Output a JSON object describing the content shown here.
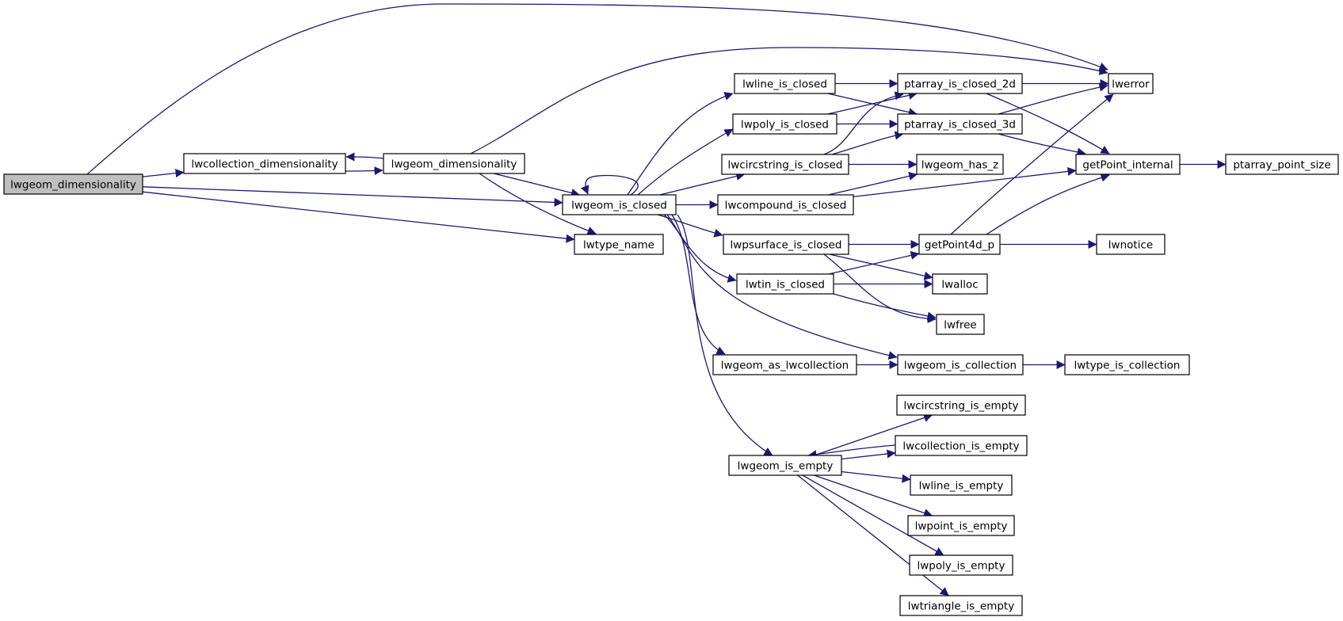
{
  "graph": {
    "nodes": [
      {
        "id": "lwgeom_dimensionality_root",
        "label": "lwgeom_dimensionality",
        "root": true
      },
      {
        "id": "lwcollection_dimensionality",
        "label": "lwcollection_dimensionality"
      },
      {
        "id": "lwgeom_dimensionality",
        "label": "lwgeom_dimensionality"
      },
      {
        "id": "lwgeom_is_closed",
        "label": "lwgeom_is_closed"
      },
      {
        "id": "lwtype_name",
        "label": "lwtype_name"
      },
      {
        "id": "lwline_is_closed",
        "label": "lwline_is_closed"
      },
      {
        "id": "lwpoly_is_closed",
        "label": "lwpoly_is_closed"
      },
      {
        "id": "lwcircstring_is_closed",
        "label": "lwcircstring_is_closed"
      },
      {
        "id": "lwcompound_is_closed",
        "label": "lwcompound_is_closed"
      },
      {
        "id": "lwpsurface_is_closed",
        "label": "lwpsurface_is_closed"
      },
      {
        "id": "lwtin_is_closed",
        "label": "lwtin_is_closed"
      },
      {
        "id": "lwgeom_as_lwcollection",
        "label": "lwgeom_as_lwcollection"
      },
      {
        "id": "lwgeom_is_empty",
        "label": "lwgeom_is_empty"
      },
      {
        "id": "ptarray_is_closed_2d",
        "label": "ptarray_is_closed_2d"
      },
      {
        "id": "ptarray_is_closed_3d",
        "label": "ptarray_is_closed_3d"
      },
      {
        "id": "lwgeom_has_z",
        "label": "lwgeom_has_z"
      },
      {
        "id": "getPoint4d_p",
        "label": "getPoint4d_p"
      },
      {
        "id": "lwalloc",
        "label": "lwalloc"
      },
      {
        "id": "lwfree",
        "label": "lwfree"
      },
      {
        "id": "lwgeom_is_collection",
        "label": "lwgeom_is_collection"
      },
      {
        "id": "lwcircstring_is_empty",
        "label": "lwcircstring_is_empty"
      },
      {
        "id": "lwcollection_is_empty",
        "label": "lwcollection_is_empty"
      },
      {
        "id": "lwline_is_empty",
        "label": "lwline_is_empty"
      },
      {
        "id": "lwpoint_is_empty",
        "label": "lwpoint_is_empty"
      },
      {
        "id": "lwpoly_is_empty",
        "label": "lwpoly_is_empty"
      },
      {
        "id": "lwtriangle_is_empty",
        "label": "lwtriangle_is_empty"
      },
      {
        "id": "lwerror",
        "label": "lwerror"
      },
      {
        "id": "getPoint_internal",
        "label": "getPoint_internal"
      },
      {
        "id": "lwnotice",
        "label": "lwnotice"
      },
      {
        "id": "lwtype_is_collection",
        "label": "lwtype_is_collection"
      },
      {
        "id": "ptarray_point_size",
        "label": "ptarray_point_size"
      }
    ],
    "edges": [
      {
        "from": "lwgeom_dimensionality_root",
        "to": "lwerror"
      },
      {
        "from": "lwgeom_dimensionality_root",
        "to": "lwcollection_dimensionality"
      },
      {
        "from": "lwgeom_dimensionality_root",
        "to": "lwgeom_is_closed"
      },
      {
        "from": "lwgeom_dimensionality_root",
        "to": "lwtype_name"
      },
      {
        "from": "lwcollection_dimensionality",
        "to": "lwgeom_dimensionality"
      },
      {
        "from": "lwgeom_dimensionality",
        "to": "lwcollection_dimensionality"
      },
      {
        "from": "lwgeom_dimensionality",
        "to": "lwerror"
      },
      {
        "from": "lwgeom_dimensionality",
        "to": "lwgeom_is_closed"
      },
      {
        "from": "lwgeom_dimensionality",
        "to": "lwtype_name"
      },
      {
        "from": "lwgeom_is_closed",
        "to": "lwgeom_is_closed"
      },
      {
        "from": "lwgeom_is_closed",
        "to": "lwline_is_closed"
      },
      {
        "from": "lwgeom_is_closed",
        "to": "lwpoly_is_closed"
      },
      {
        "from": "lwgeom_is_closed",
        "to": "lwcircstring_is_closed"
      },
      {
        "from": "lwgeom_is_closed",
        "to": "lwcompound_is_closed"
      },
      {
        "from": "lwgeom_is_closed",
        "to": "lwpsurface_is_closed"
      },
      {
        "from": "lwgeom_is_closed",
        "to": "lwtin_is_closed"
      },
      {
        "from": "lwgeom_is_closed",
        "to": "lwgeom_is_collection"
      },
      {
        "from": "lwgeom_is_closed",
        "to": "lwgeom_as_lwcollection"
      },
      {
        "from": "lwgeom_is_closed",
        "to": "lwgeom_is_empty"
      },
      {
        "from": "lwline_is_closed",
        "to": "ptarray_is_closed_2d"
      },
      {
        "from": "lwline_is_closed",
        "to": "ptarray_is_closed_3d"
      },
      {
        "from": "lwpoly_is_closed",
        "to": "ptarray_is_closed_2d"
      },
      {
        "from": "lwpoly_is_closed",
        "to": "ptarray_is_closed_3d"
      },
      {
        "from": "lwcircstring_is_closed",
        "to": "ptarray_is_closed_2d"
      },
      {
        "from": "lwcircstring_is_closed",
        "to": "ptarray_is_closed_3d"
      },
      {
        "from": "lwcircstring_is_closed",
        "to": "lwgeom_has_z"
      },
      {
        "from": "lwcompound_is_closed",
        "to": "lwgeom_has_z"
      },
      {
        "from": "lwcompound_is_closed",
        "to": "getPoint_internal"
      },
      {
        "from": "lwpsurface_is_closed",
        "to": "getPoint4d_p"
      },
      {
        "from": "lwpsurface_is_closed",
        "to": "lwalloc"
      },
      {
        "from": "lwpsurface_is_closed",
        "to": "lwfree"
      },
      {
        "from": "lwtin_is_closed",
        "to": "getPoint4d_p"
      },
      {
        "from": "lwtin_is_closed",
        "to": "lwalloc"
      },
      {
        "from": "lwtin_is_closed",
        "to": "lwfree"
      },
      {
        "from": "lwgeom_as_lwcollection",
        "to": "lwgeom_is_collection"
      },
      {
        "from": "lwgeom_is_collection",
        "to": "lwtype_is_collection"
      },
      {
        "from": "lwgeom_is_empty",
        "to": "lwcircstring_is_empty"
      },
      {
        "from": "lwgeom_is_empty",
        "to": "lwcollection_is_empty"
      },
      {
        "from": "lwcollection_is_empty",
        "to": "lwgeom_is_empty"
      },
      {
        "from": "lwgeom_is_empty",
        "to": "lwline_is_empty"
      },
      {
        "from": "lwgeom_is_empty",
        "to": "lwpoint_is_empty"
      },
      {
        "from": "lwgeom_is_empty",
        "to": "lwpoly_is_empty"
      },
      {
        "from": "lwgeom_is_empty",
        "to": "lwtriangle_is_empty"
      },
      {
        "from": "ptarray_is_closed_2d",
        "to": "lwerror"
      },
      {
        "from": "ptarray_is_closed_2d",
        "to": "getPoint_internal"
      },
      {
        "from": "ptarray_is_closed_3d",
        "to": "lwerror"
      },
      {
        "from": "ptarray_is_closed_3d",
        "to": "getPoint_internal"
      },
      {
        "from": "getPoint4d_p",
        "to": "lwerror"
      },
      {
        "from": "getPoint4d_p",
        "to": "getPoint_internal"
      },
      {
        "from": "getPoint4d_p",
        "to": "lwnotice"
      },
      {
        "from": "getPoint_internal",
        "to": "ptarray_point_size"
      }
    ]
  }
}
